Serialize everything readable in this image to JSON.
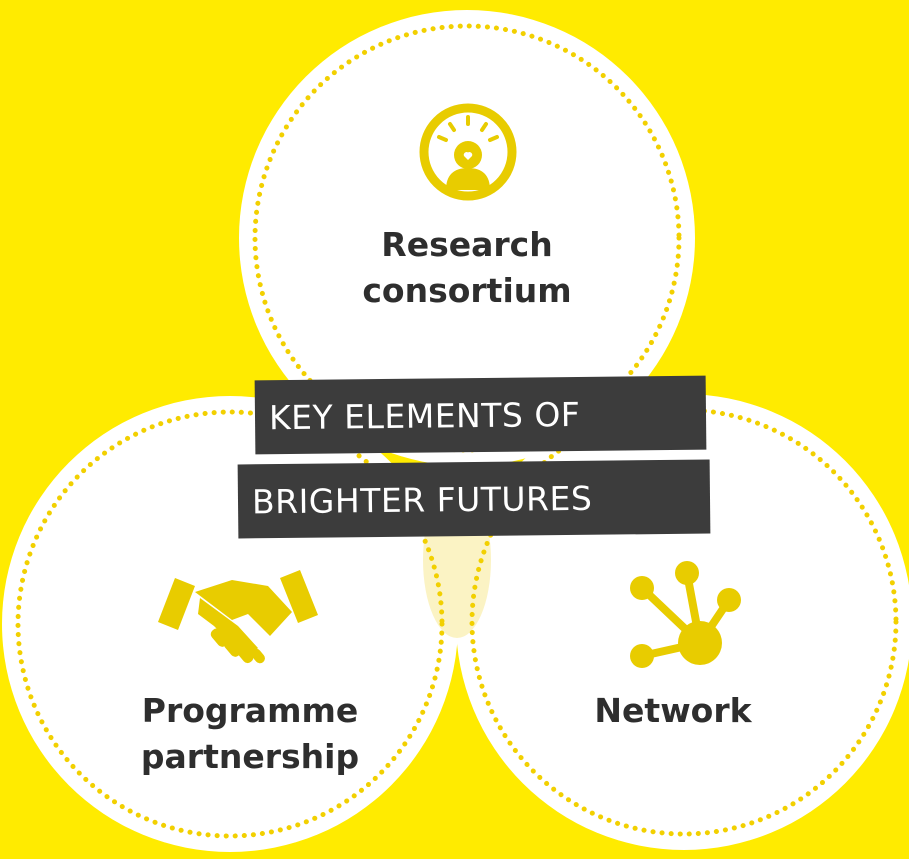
{
  "title": {
    "line1": "KEY ELEMENTS OF",
    "line2": "BRIGHTER FUTURES"
  },
  "elements": [
    {
      "label_line1": "Research",
      "label_line2": "consortium",
      "icon": "lightbulb-person-icon"
    },
    {
      "label_line1": "Programme",
      "label_line2": "partnership",
      "icon": "handshake-icon"
    },
    {
      "label_line1": "Network",
      "label_line2": "",
      "icon": "network-icon"
    }
  ],
  "colors": {
    "background": "#ffeb00",
    "circle_fill": "#ffffff",
    "dots": "#f2d000",
    "icon": "#e8cc00",
    "banner": "#3c3c3c",
    "banner_text": "#ffffff",
    "label_text": "#2e2e2e"
  }
}
